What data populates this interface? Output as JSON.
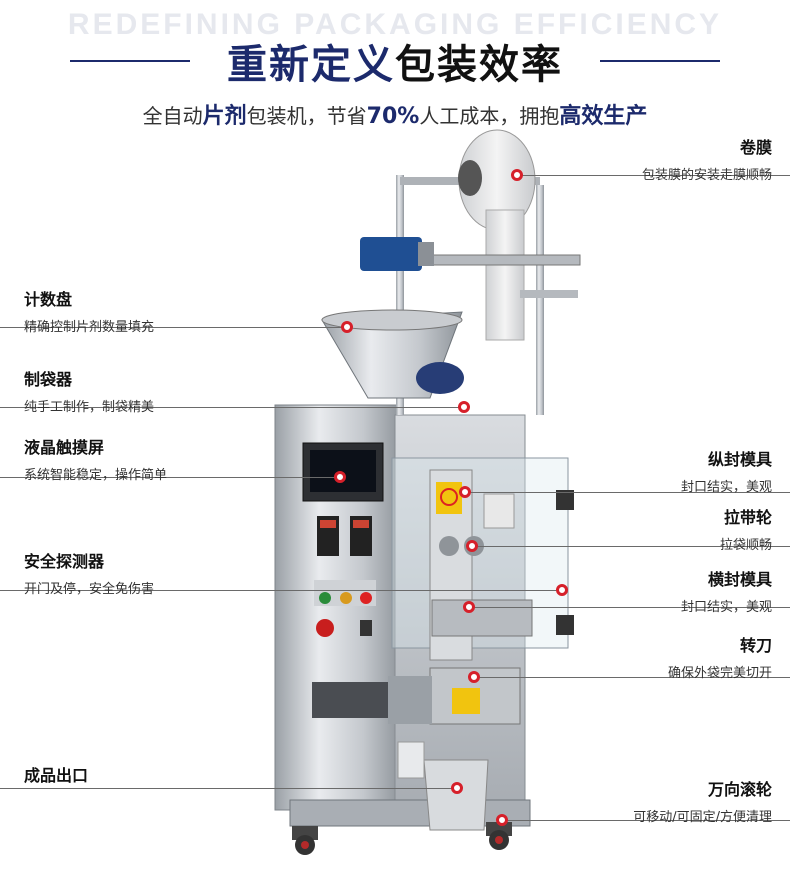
{
  "header": {
    "bg_text": "REDEFINING PACKAGING EFFICIENCY",
    "title_part1": "重新定义",
    "title_part2": "包装效率",
    "sub_1": "全自动",
    "sub_2": "片剂",
    "sub_3": "包装机，节省",
    "sub_4": "70%",
    "sub_5": "人工成本，拥抱",
    "sub_6": "高效生产"
  },
  "left_labels": [
    {
      "title": "计数盘",
      "desc": "精确控制片剂数量填充"
    },
    {
      "title": "制袋器",
      "desc": "纯手工制作，制袋精美"
    },
    {
      "title": "液晶触摸屏",
      "desc": "系统智能稳定，操作简单"
    },
    {
      "title": "安全探测器",
      "desc": "开门及停，安全免伤害"
    },
    {
      "title": "成品出口",
      "desc": ""
    }
  ],
  "right_labels": [
    {
      "title": "卷膜",
      "desc": "包装膜的安装走膜顺畅"
    },
    {
      "title": "纵封模具",
      "desc": "封口结实，美观"
    },
    {
      "title": "拉带轮",
      "desc": "拉袋顺畅"
    },
    {
      "title": "横封模具",
      "desc": "封口结实，美观"
    },
    {
      "title": "转刀",
      "desc": "确保外袋完美切开"
    },
    {
      "title": "万向滚轮",
      "desc": "可移动/可固定/方便清理"
    }
  ],
  "colors": {
    "accent": "#1c2a6c",
    "marker": "#d6202a"
  }
}
